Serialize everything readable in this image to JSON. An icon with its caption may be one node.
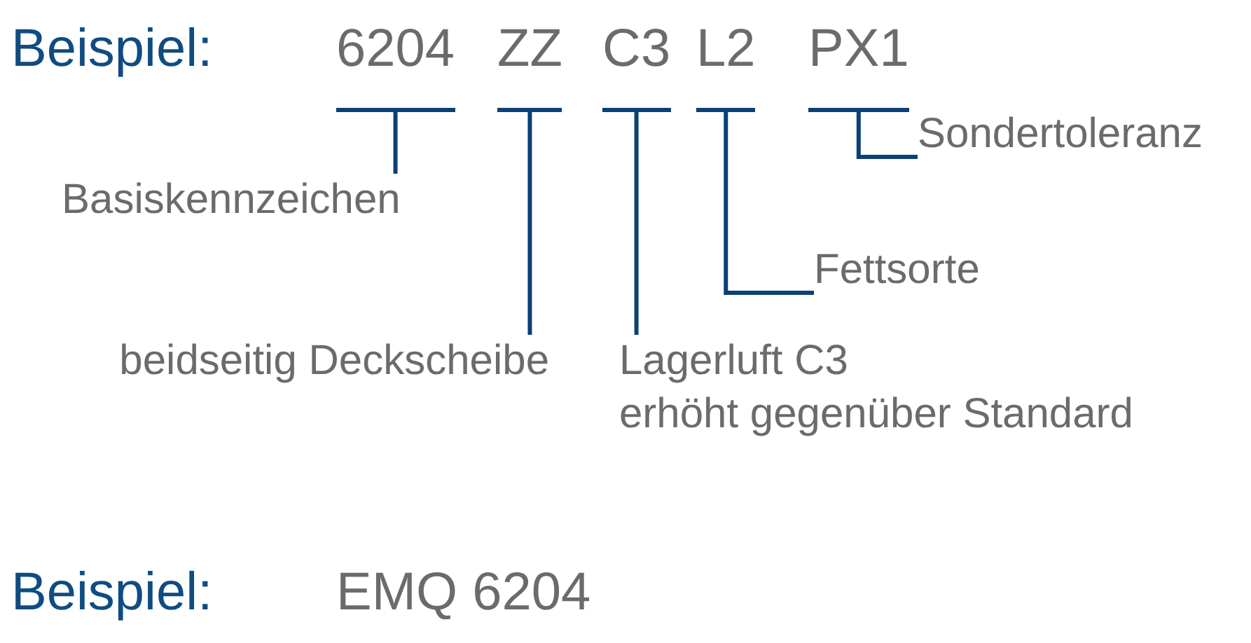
{
  "diagram": {
    "nodes": [
      {
        "text": [
          "6204"
        ]
      },
      {
        "text": [
          "ZZ"
        ]
      },
      {
        "text": [
          "C3"
        ]
      },
      {
        "text": [
          "L2"
        ]
      },
      {
        "text": [
          "PX1"
        ]
      },
      {
        "text": [
          "Sondertoleranz"
        ]
      },
      {
        "text": [
          "Basiskennzeichen"
        ]
      },
      {
        "text": [
          "Fettsorte"
        ]
      },
      {
        "text": [
          "beidseitig Deckscheibe"
        ]
      },
      {
        "text": [
          "Lagerluft C3",
          "erhöht gegenüber Standard"
        ]
      }
    ],
    "edges": [
      {
        "from": 6,
        "to": 0,
        "arrow": "none"
      },
      {
        "from": 8,
        "to": 1,
        "arrow": "none"
      },
      {
        "from": 9,
        "to": 2,
        "arrow": "none"
      },
      {
        "from": 7,
        "to": 3,
        "arrow": "none"
      },
      {
        "from": 5,
        "to": 4,
        "arrow": "none"
      }
    ],
    "labels": [
      "Beispiel:",
      "Beispiel:",
      "EMQ 6204"
    ]
  }
}
